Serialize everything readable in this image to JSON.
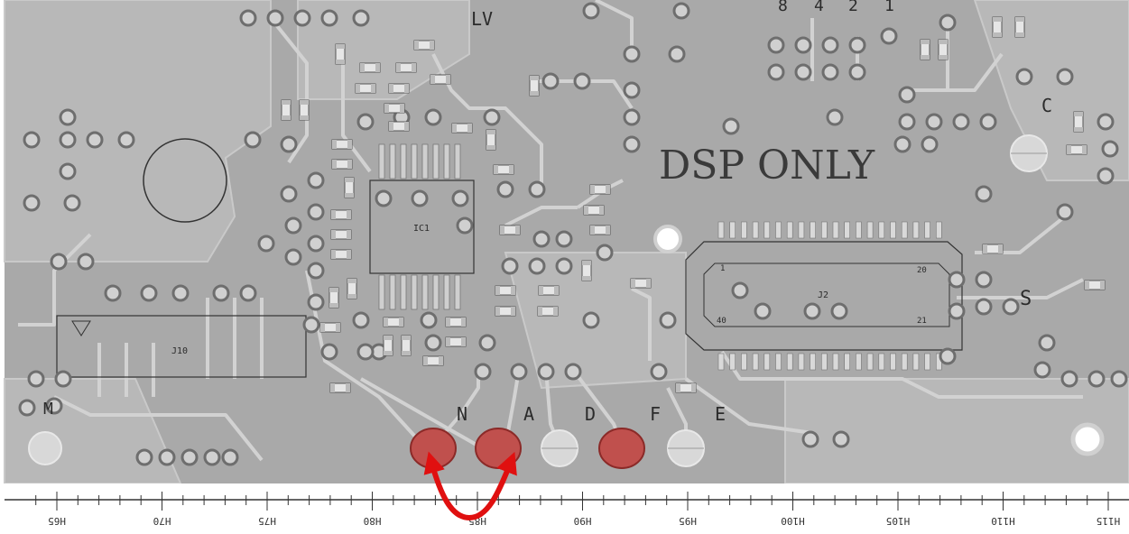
{
  "board": {
    "labels": {
      "lv": "LV",
      "top_numbers": [
        "8",
        "4",
        "2",
        "1"
      ],
      "dsp_only": "DSP ONLY",
      "c": "C",
      "s": "S",
      "m": "M",
      "ic1": "IC1",
      "j2": "J2",
      "j10": "J10",
      "pin_1": "1",
      "pin_20": "20",
      "pin_21": "21",
      "pin_40": "40",
      "pad_letters": [
        "N",
        "A",
        "D",
        "F",
        "E"
      ]
    },
    "colors": {
      "board": "#a9a9a9",
      "copper": "#bcbcbc",
      "ring": "#6e6e6e",
      "marker_fill": "#c0504d",
      "marker_stroke": "#8b2a28",
      "arrow": "#e01010"
    }
  },
  "ruler": {
    "labels": [
      "H65",
      "H70",
      "H75",
      "H80",
      "H85",
      "H90",
      "H95",
      "H100",
      "H105",
      "H110",
      "H115"
    ],
    "flipped": true
  },
  "annotations": {
    "markers": 3,
    "arrow_icon": "double-headed-curved-arrow"
  }
}
